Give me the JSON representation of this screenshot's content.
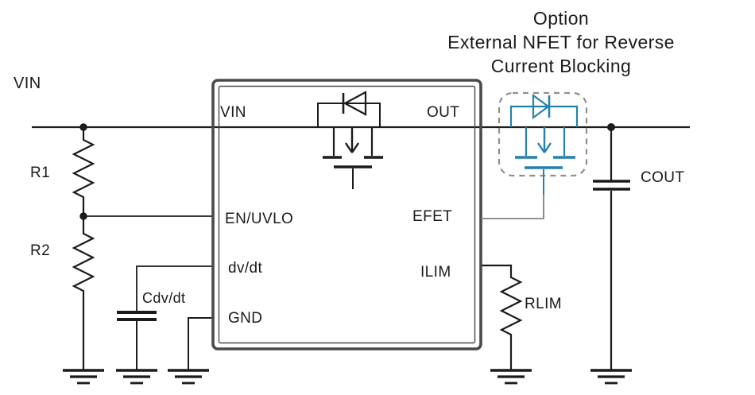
{
  "title": {
    "line1": "Option",
    "line2": "External NFET for Reverse",
    "line3": "Current Blocking"
  },
  "rail": {
    "vin": "VIN"
  },
  "components": {
    "r1": "R1",
    "r2": "R2",
    "cdvdt": "Cdv/dt",
    "rlim": "RLIM",
    "cout": "COUT"
  },
  "ic_pins": {
    "vin": "VIN",
    "en_uvlo": "EN/UVLO",
    "dvdt": "dv/dt",
    "gnd": "GND",
    "out": "OUT",
    "efet": "EFET",
    "ilim": "ILIM"
  },
  "colors": {
    "wire": "#1b1b1b",
    "ic_border": "#4a4a4a",
    "ext_nfet_blue": "#2581ae",
    "dashed_gray": "#8f8f8f",
    "efet_wire_gray": "#828282",
    "cdvdt_label_gray": "#4a4a4a"
  }
}
